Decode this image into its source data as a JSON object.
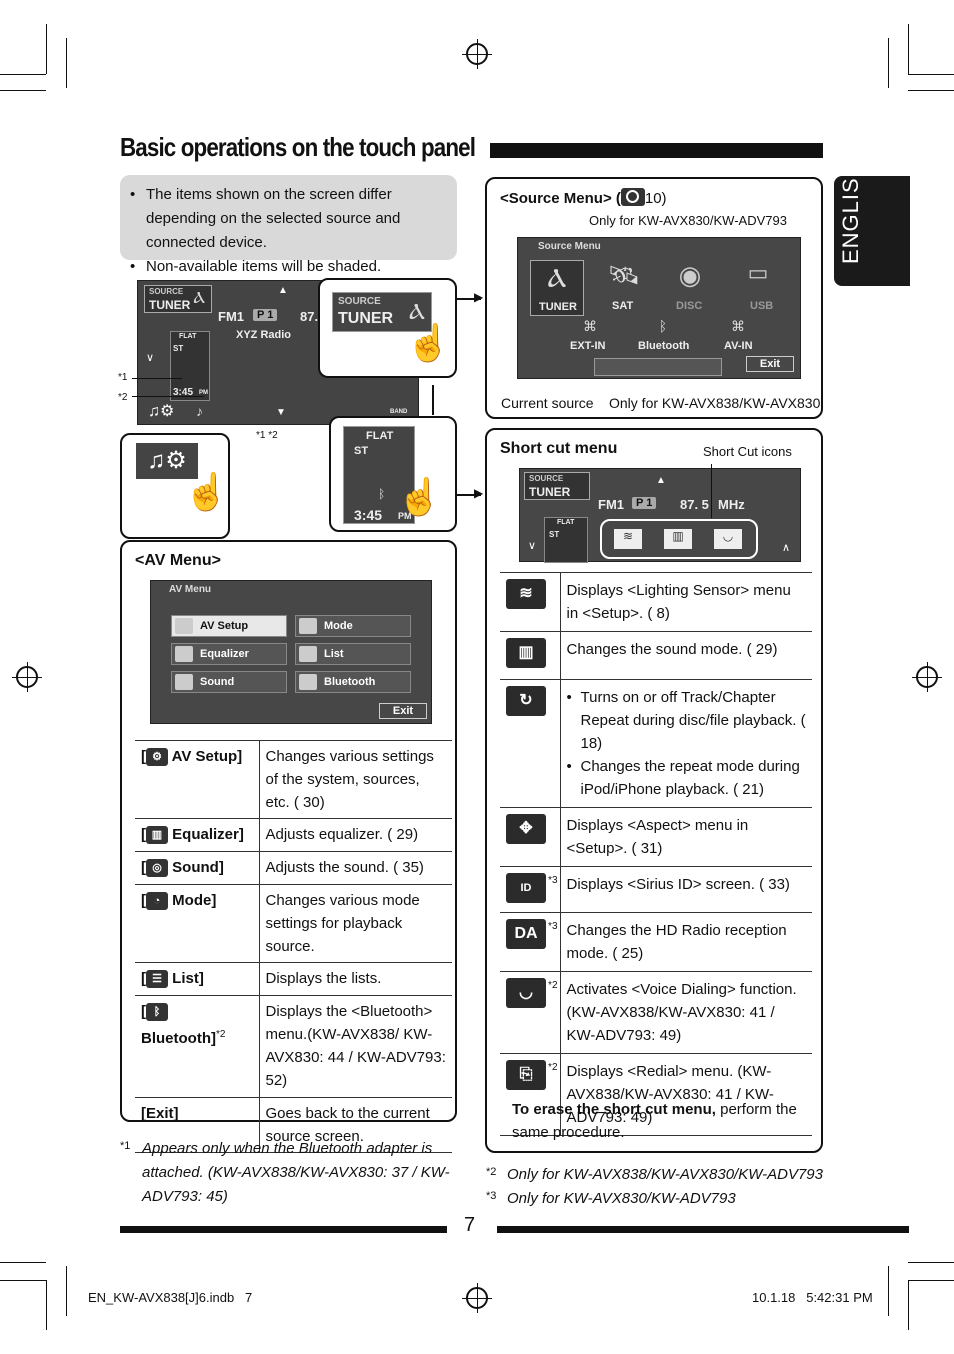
{
  "page": {
    "title": "Basic operations on the touch panel",
    "language_tab": "ENGLISH",
    "page_number": "7",
    "footer_file": "EN_KW-AVX838[J]6.indb   7",
    "footer_date": "10.1.18   5:42:31 PM"
  },
  "notes": [
    "The items shown on the screen differ depending on the selected source and connected device.",
    "Non-available items will be shaded."
  ],
  "main_screen": {
    "source_label": "SOURCE",
    "tuner_label": "TUNER",
    "band": "FM1",
    "preset": "P 1",
    "freq_partial": "87.",
    "station": "XYZ Radio",
    "flat": "FLAT",
    "st": "ST",
    "time": "3:45",
    "pm": "PM",
    "band_btn": "BAND",
    "marker1": "*1",
    "marker2": "*2",
    "marker12": "*1 *2"
  },
  "zoom_source": {
    "source_label": "SOURCE",
    "tuner_label": "TUNER"
  },
  "zoom_flat": {
    "flat": "FLAT",
    "st": "ST",
    "time": "3:45",
    "pm": "PM"
  },
  "source_menu": {
    "heading": "<Source Menu> (",
    "heading_ref": "10)",
    "note_top": "Only for KW-AVX830/KW-ADV793",
    "screen_title": "Source Menu",
    "items_row1": [
      "TUNER",
      "SAT",
      "DISC",
      "USB"
    ],
    "items_row2": [
      "EXT-IN",
      "Bluetooth",
      "AV-IN"
    ],
    "exit": "Exit",
    "current_source": "Current source",
    "note_bottom": "Only for KW-AVX838/KW-AVX830"
  },
  "shortcut": {
    "heading": "Short cut menu",
    "icons_label": "Short Cut icons",
    "source_label": "SOURCE",
    "tuner_label": "TUNER",
    "band": "FM1",
    "preset": "P 1",
    "freq": "87. 5",
    "unit": "MHz",
    "flat": "FLAT",
    "st": "ST",
    "rows": [
      {
        "icon": "lighting-sensor",
        "sup": "",
        "text": "Displays <Lighting Sensor> menu in <Setup>. ( 8)"
      },
      {
        "icon": "sound-mode",
        "sup": "",
        "text": "Changes the sound mode. ( 29)"
      },
      {
        "icon": "repeat",
        "sup": "",
        "text1": "Turns on or off Track/Chapter Repeat during disc/file playback. ( 18)",
        "text2": "Changes the repeat mode during iPod/iPhone playback. ( 21)"
      },
      {
        "icon": "aspect",
        "sup": "",
        "text": "Displays <Aspect>  menu in <Setup>. ( 31)"
      },
      {
        "icon": "sirius-id",
        "sup": "*3",
        "text": "Displays <Sirius ID> screen. ( 33)"
      },
      {
        "icon": "hd-radio",
        "sup": "*3",
        "text": "Changes the HD Radio reception mode. ( 25)"
      },
      {
        "icon": "voice-dialing",
        "sup": "*2",
        "text": "Activates <Voice Dialing> function. (KW-AVX838/KW-AVX830:  41 / KW-ADV793:  49)"
      },
      {
        "icon": "redial",
        "sup": "*2",
        "text": "Displays <Redial> menu. (KW-AVX838/KW-AVX830:  41 / KW-ADV793:  49)"
      }
    ],
    "erase_bold": "To erase the short cut menu,",
    "erase_rest": " perform the same procedure."
  },
  "av_menu": {
    "heading": "<AV Menu>",
    "screen_title": "AV Menu",
    "buttons": [
      "AV Setup",
      "Mode",
      "Equalizer",
      "List",
      "Sound",
      "Bluetooth"
    ],
    "exit": "Exit",
    "rows": [
      {
        "key": "AV Setup]",
        "sup": "",
        "desc": "Changes various settings of the system, sources, etc. ( 30)"
      },
      {
        "key": "Equalizer]",
        "sup": "",
        "desc": "Adjusts equalizer. ( 29)"
      },
      {
        "key": "Sound]",
        "sup": "",
        "desc": "Adjusts the sound. ( 35)"
      },
      {
        "key": "Mode]",
        "sup": "",
        "desc": "Changes various mode settings for playback source."
      },
      {
        "key": "List]",
        "sup": "",
        "desc": "Displays the lists."
      },
      {
        "key": "Bluetooth]",
        "sup": "*2",
        "desc": "Displays the <Bluetooth> menu.(KW-AVX838/ KW-AVX830:  44 / KW-ADV793:  52)"
      },
      {
        "key": "[Exit]",
        "sup": "",
        "desc": "Goes back to the current source screen."
      }
    ]
  },
  "footnotes": {
    "fn1_mark": "*1",
    "fn1": "Appears only when the Bluetooth adapter is attached. (KW-AVX838/KW-AVX830:  37 / KW-ADV793:  45)",
    "fn2_mark": "*2",
    "fn2": "Only for KW-AVX838/KW-AVX830/KW-ADV793",
    "fn3_mark": "*3",
    "fn3": "Only for KW-AVX830/KW-ADV793"
  }
}
